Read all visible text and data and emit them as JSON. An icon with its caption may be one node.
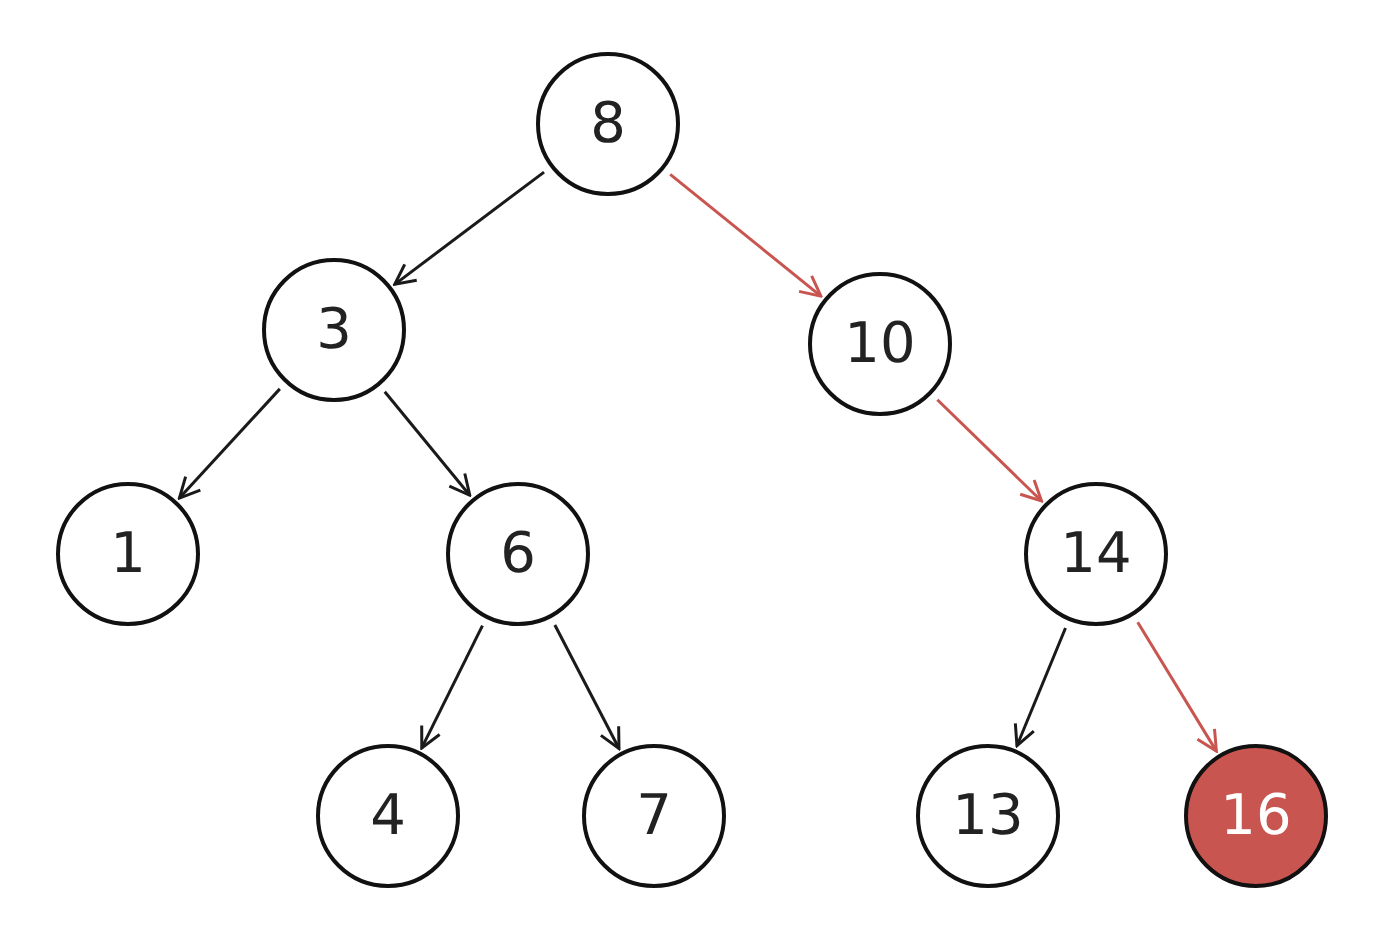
{
  "diagram": {
    "nodes": [
      {
        "text": [
          "8"
        ]
      },
      {
        "text": [
          "3"
        ]
      },
      {
        "text": [
          "10"
        ]
      },
      {
        "text": [
          "1"
        ]
      },
      {
        "text": [
          "6"
        ]
      },
      {
        "text": [
          "14"
        ]
      },
      {
        "text": [
          "4"
        ]
      },
      {
        "text": [
          "7"
        ]
      },
      {
        "text": [
          "13"
        ]
      },
      {
        "text": [
          "16"
        ]
      }
    ],
    "edges": [
      {
        "from": 0,
        "to": 1,
        "arrow": "to"
      },
      {
        "from": 0,
        "to": 2,
        "arrow": "to",
        "color": "#c8554f"
      },
      {
        "from": 1,
        "to": 3,
        "arrow": "to"
      },
      {
        "from": 1,
        "to": 4,
        "arrow": "to"
      },
      {
        "from": 2,
        "to": 5,
        "arrow": "to",
        "color": "#c8554f"
      },
      {
        "from": 4,
        "to": 6,
        "arrow": "to"
      },
      {
        "from": 4,
        "to": 7,
        "arrow": "to"
      },
      {
        "from": 5,
        "to": 8,
        "arrow": "to"
      },
      {
        "from": 5,
        "to": 9,
        "arrow": "to",
        "color": "#c8554f"
      }
    ]
  }
}
